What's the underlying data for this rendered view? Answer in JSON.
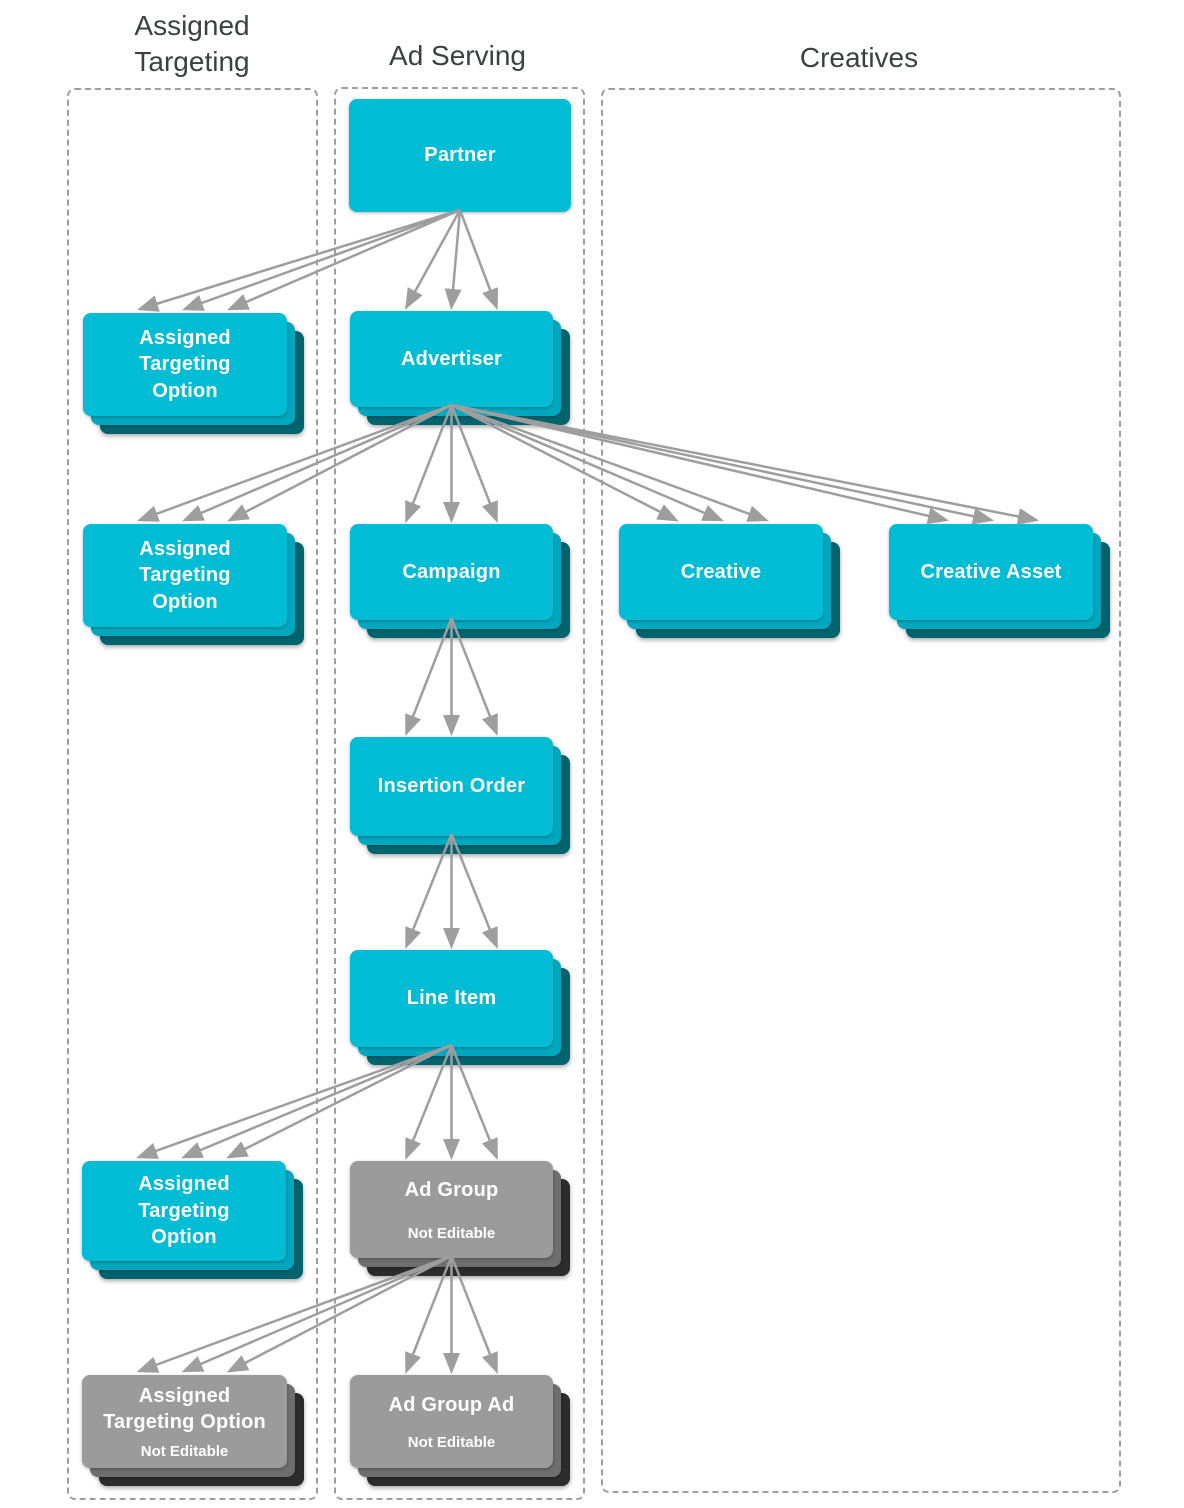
{
  "diagram": {
    "columns": [
      {
        "id": "assigned_targeting",
        "label": "Assigned Targeting"
      },
      {
        "id": "ad_serving",
        "label": "Ad Serving"
      },
      {
        "id": "creatives",
        "label": "Creatives"
      }
    ],
    "nodes": {
      "partner": {
        "label": "Partner",
        "editable": true
      },
      "ato1": {
        "label": "Assigned\nTargeting\nOption",
        "editable": true
      },
      "advertiser": {
        "label": "Advertiser",
        "editable": true
      },
      "ato2": {
        "label": "Assigned\nTargeting\nOption",
        "editable": true
      },
      "campaign": {
        "label": "Campaign",
        "editable": true
      },
      "creative": {
        "label": "Creative",
        "editable": true
      },
      "creative_asset": {
        "label": "Creative Asset",
        "editable": true
      },
      "insertion_order": {
        "label": "Insertion Order",
        "editable": true
      },
      "line_item": {
        "label": "Line Item",
        "editable": true
      },
      "ato3": {
        "label": "Assigned\nTargeting\nOption",
        "editable": true
      },
      "ad_group": {
        "label": "Ad Group",
        "sublabel": "Not Editable",
        "editable": false
      },
      "ato4": {
        "label": "Assigned\nTargeting Option",
        "sublabel": "Not Editable",
        "editable": false
      },
      "ad_group_ad": {
        "label": "Ad Group Ad",
        "sublabel": "Not Editable",
        "editable": false
      }
    },
    "edges": [
      {
        "from": "partner",
        "to": "ato1"
      },
      {
        "from": "partner",
        "to": "advertiser"
      },
      {
        "from": "advertiser",
        "to": "ato2"
      },
      {
        "from": "advertiser",
        "to": "campaign"
      },
      {
        "from": "advertiser",
        "to": "creative"
      },
      {
        "from": "advertiser",
        "to": "creative_asset"
      },
      {
        "from": "campaign",
        "to": "insertion_order"
      },
      {
        "from": "insertion_order",
        "to": "line_item"
      },
      {
        "from": "line_item",
        "to": "ato3"
      },
      {
        "from": "line_item",
        "to": "ad_group"
      },
      {
        "from": "ad_group",
        "to": "ato4"
      },
      {
        "from": "ad_group",
        "to": "ad_group_ad"
      }
    ],
    "arrows_per_edge": 3
  },
  "colors": {
    "node_editable": "#00BCD4",
    "node_editable_mid": "#00A7BF",
    "node_editable_dark": "#00646F",
    "node_not_editable": "#9B9B9B",
    "node_not_editable_mid": "#6E6E6E",
    "node_not_editable_dark": "#2C2C2C",
    "arrow": "#9E9E9E",
    "column_border": "#9E9E9E",
    "header_text": "#3C4043",
    "label_text": "#FFFFFF"
  }
}
